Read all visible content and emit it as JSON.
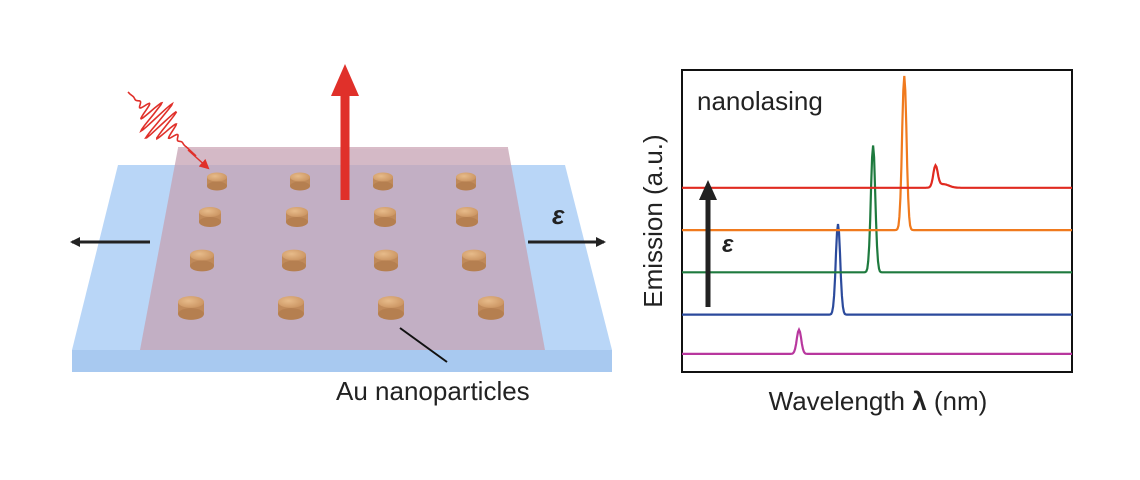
{
  "diagram": {
    "particles_label": "Au nanoparticles",
    "strain_symbol": "ε"
  },
  "spectrum": {
    "annotation": "nanolasing",
    "ylabel": "Emission (a.u.)",
    "xlabel_prefix": "Wavelength ",
    "xlabel_symbol": "λ",
    "xlabel_unit": " (nm)",
    "strain_symbol": "ε"
  },
  "chart_data": {
    "type": "line",
    "title": "",
    "xlabel": "Wavelength λ (nm)",
    "ylabel": "Emission (a.u.)",
    "note": "no tick labels printed; values read in relative units",
    "xlim": [
      0,
      1
    ],
    "series": [
      {
        "color": "#b8379e",
        "baseline": 0.06,
        "peak_x": 0.3,
        "peak_height": 0.08
      },
      {
        "color": "#2b4a9c",
        "baseline": 0.19,
        "peak_x": 0.4,
        "peak_height": 0.3
      },
      {
        "color": "#1e7a3e",
        "baseline": 0.33,
        "peak_x": 0.49,
        "peak_height": 0.42
      },
      {
        "color": "#f07a1e",
        "baseline": 0.47,
        "peak_x": 0.57,
        "peak_height": 0.51
      },
      {
        "color": "#e02a20",
        "baseline": 0.61,
        "peak_x": 0.65,
        "peak_height": 0.07
      }
    ]
  }
}
